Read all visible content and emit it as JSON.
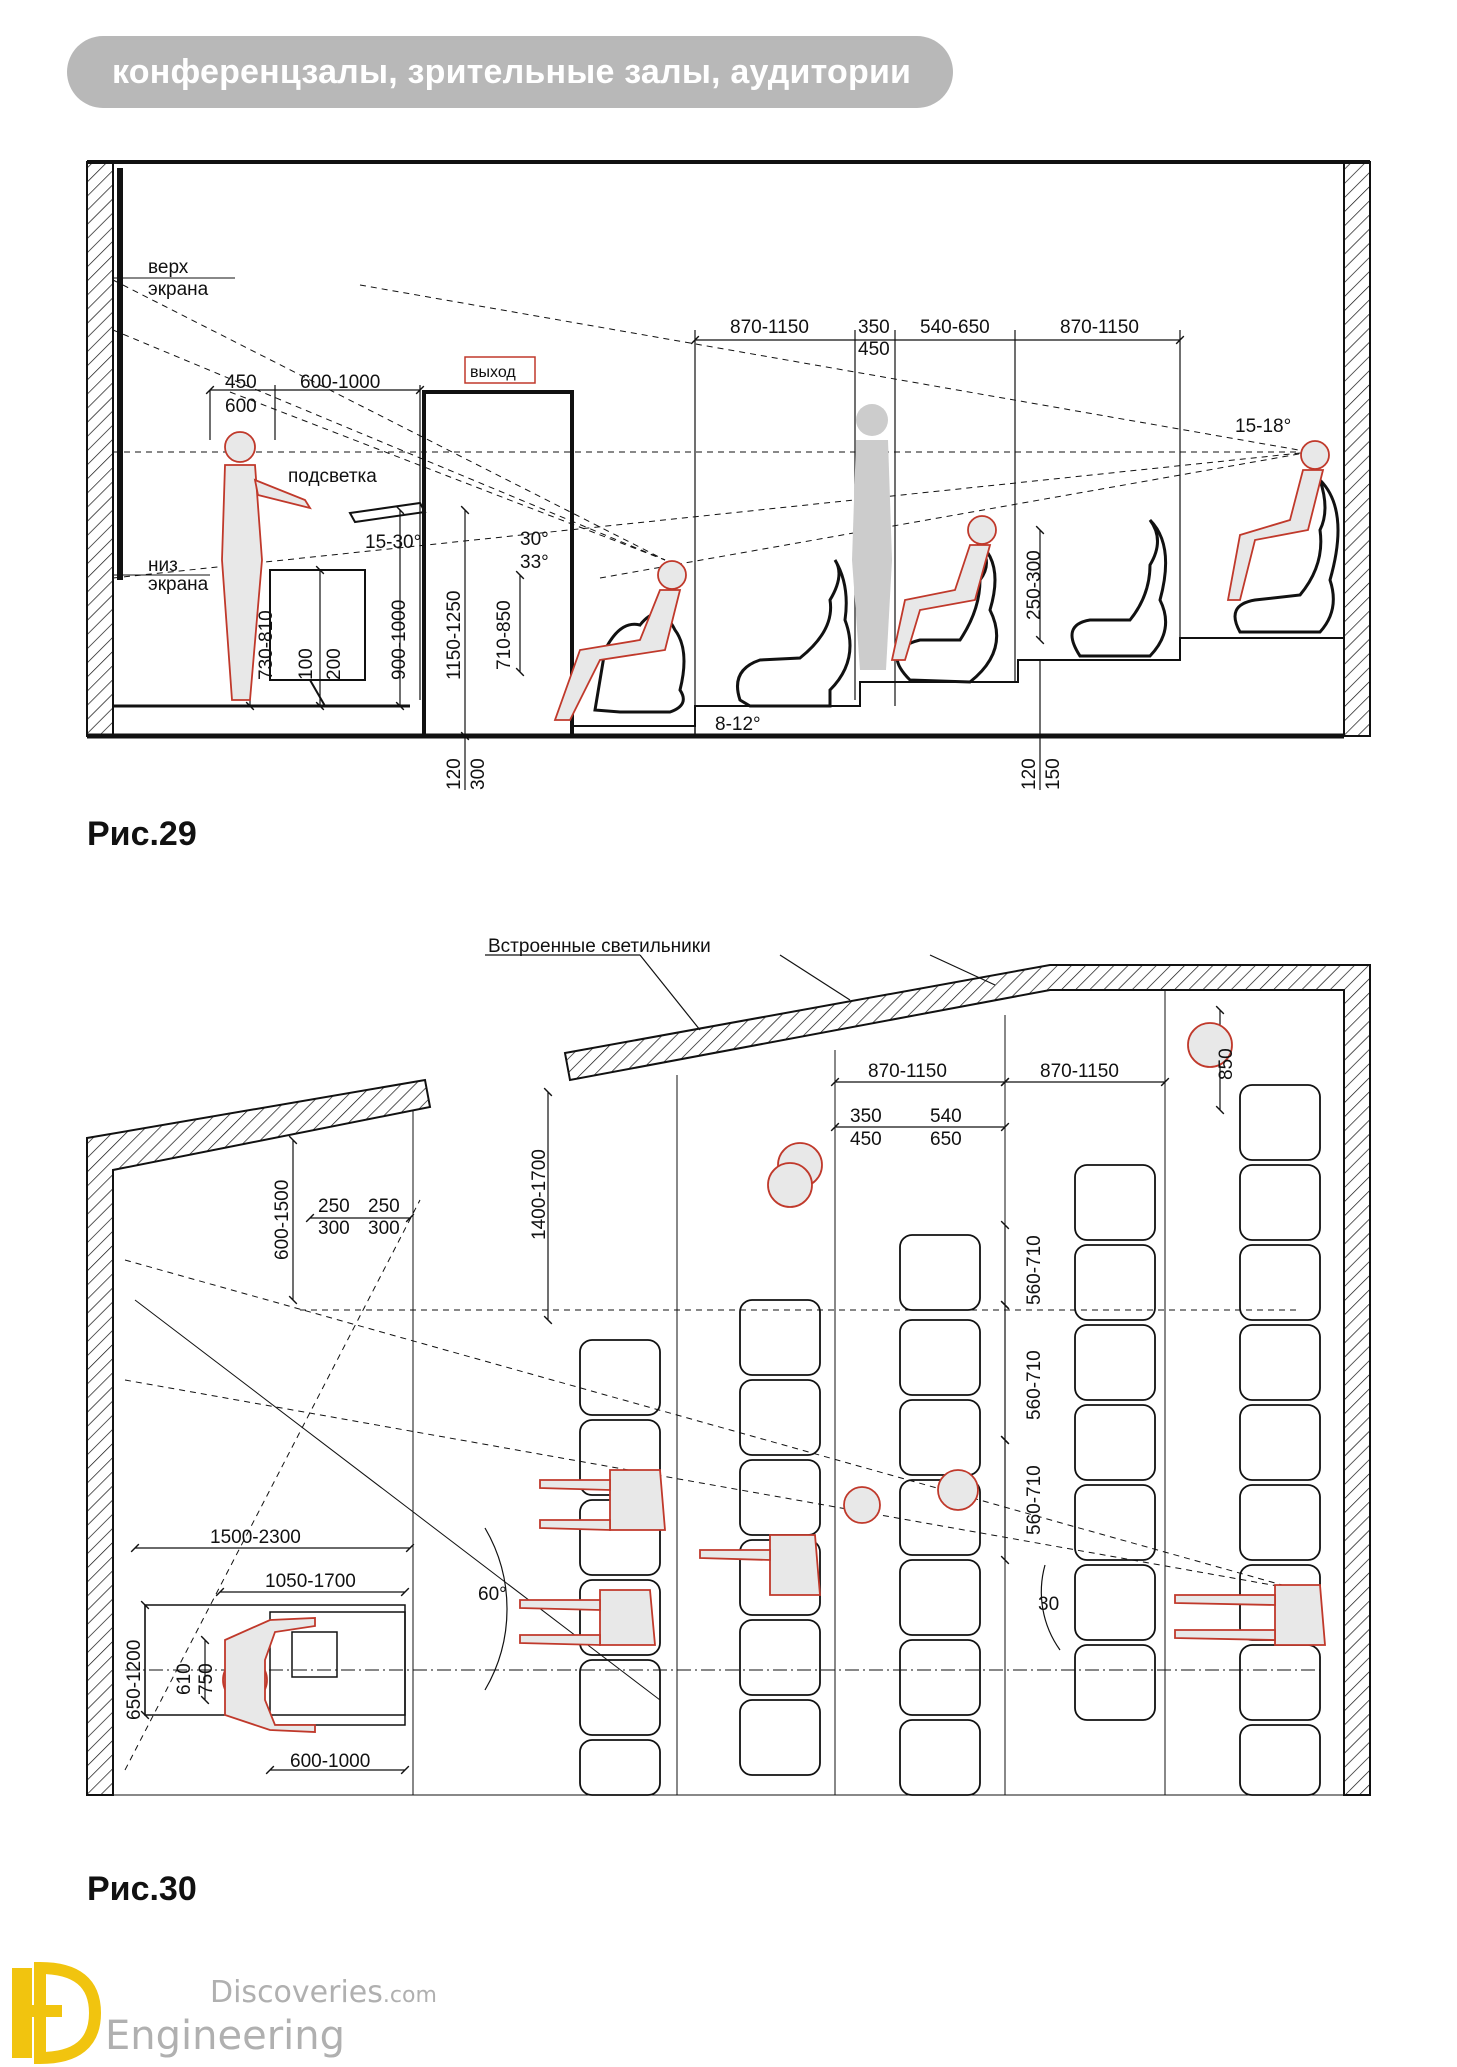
{
  "header": {
    "title": "конференцзалы, зрительные залы, аудитории"
  },
  "fig29": {
    "caption": "Рис.29",
    "labels": {
      "top_screen": "верх\nэкрана",
      "bottom_screen": "низ\nэкрана",
      "backlight": "подсветка",
      "exit": "выход",
      "rake_angle": "15-18°",
      "lectern_angle": "15-30°",
      "sight_30": "30°",
      "sight_33": "33°",
      "floor_slope": "8-12°"
    },
    "dims": {
      "d450_600": [
        "450",
        "600"
      ],
      "d600_1000": "600-1000",
      "d870_1150_a": "870-1150",
      "d350_450": [
        "350",
        "450"
      ],
      "d540_650": "540-650",
      "d870_1150_b": "870-1150",
      "d730_810": "730-810",
      "d100_200": [
        "100",
        "200"
      ],
      "d900_1000": "900-1000",
      "d1150_1250": "1150-1250",
      "d710_850": "710-850",
      "d250_300": "250-300",
      "d120_300": [
        "120",
        "300"
      ],
      "d120_150": [
        "120",
        "150"
      ]
    }
  },
  "fig30": {
    "caption": "Рис.30",
    "labels": {
      "lights": "Встроенные светильники",
      "angle60": "60°",
      "angle30": "30"
    },
    "dims": {
      "d870_1150_a": "870-1150",
      "d870_1150_b": "870-1150",
      "d350_450": [
        "350",
        "450"
      ],
      "d540_650": [
        "540",
        "650"
      ],
      "d850": "850",
      "d1400_1700": "1400-1700",
      "d600_1500": "600-1500",
      "d250_300_a": [
        "250",
        "300"
      ],
      "d250_300_b": [
        "250",
        "300"
      ],
      "d560_710_a": "560-710",
      "d560_710_b": "560-710",
      "d560_710_c": "560-710",
      "d1500_2300": "1500-2300",
      "d1050_1700": "1050-1700",
      "d650_1200": "650-1200",
      "d610_750": [
        "610",
        "750"
      ],
      "d600_1000": "600-1000"
    }
  },
  "logo": {
    "brand": "Discoveries",
    "brand_suffix": ".com",
    "name": "Engineering"
  },
  "colors": {
    "line": "#111111",
    "figure": "#c0392b",
    "figure_fill": "#e8e8e8",
    "pill": "#b8b8b8"
  }
}
